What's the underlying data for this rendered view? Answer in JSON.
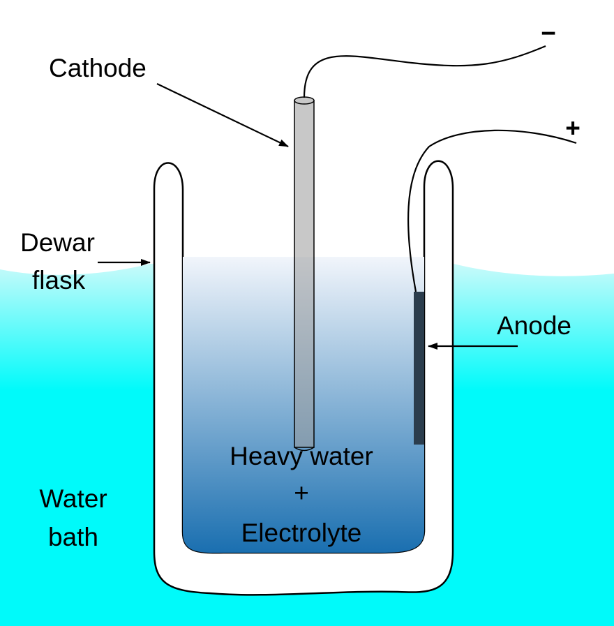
{
  "labels": {
    "minus": "−",
    "plus": "+",
    "cathode": "Cathode",
    "dewar_line1": "Dewar",
    "dewar_line2": "flask",
    "anode": "Anode",
    "water_line1": "Water",
    "water_line2": "bath",
    "heavy_line1": "Heavy water",
    "heavy_line2": "+",
    "heavy_line3": "Electrolyte"
  },
  "colors": {
    "background": "#ffffff",
    "water_bath_top": "#c9fafa",
    "water_bath_bottom": "#00fafa",
    "electrolyte_top": "#f1f5fb",
    "electrolyte_bottom": "#1a6fb0",
    "cathode_rod": "#9a9a9a",
    "anode_plate": "#2b3d4d",
    "plus_sign": "#ee0000",
    "minus_sign": "#000000",
    "flask": "#ffffff",
    "outline": "#000000"
  }
}
